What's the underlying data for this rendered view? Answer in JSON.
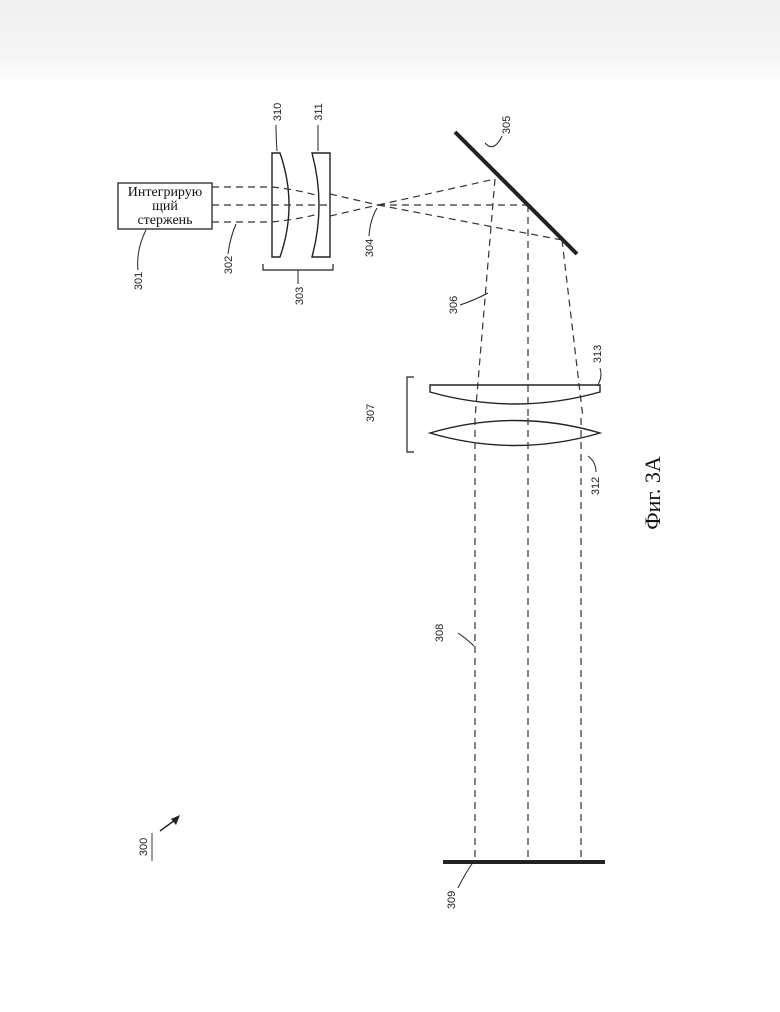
{
  "figure": {
    "caption": "Фиг. 3А",
    "system_ref": "300",
    "component_box": {
      "lines": [
        "Интегрирую",
        "щий",
        "стержень"
      ]
    },
    "labels": {
      "rod": "301",
      "input_beams": "302",
      "lens_group": "303",
      "focus": "304",
      "mirror": "305",
      "reflected_beams": "306",
      "lens_pair": "307",
      "collimated_beams": "308",
      "target": "309",
      "lens_a": "310",
      "lens_b": "311",
      "lens_c": "312",
      "lens_d": "313"
    },
    "colors": {
      "ink": "#222222",
      "top_band": "#efefef"
    }
  }
}
